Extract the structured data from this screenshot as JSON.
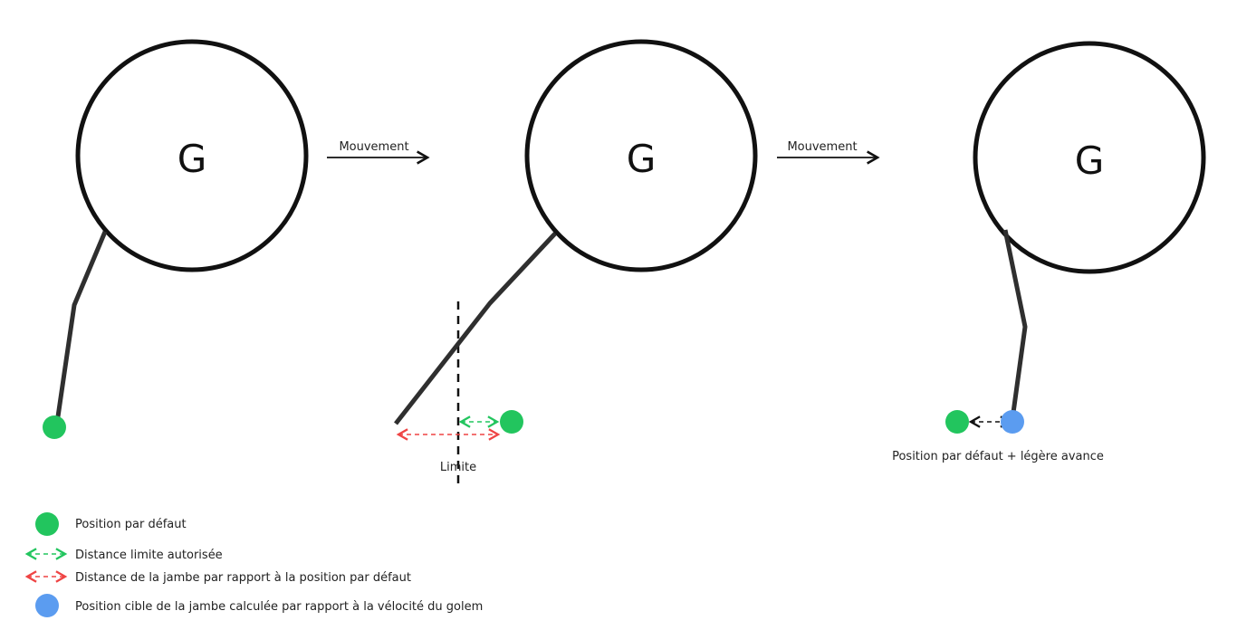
{
  "colors": {
    "default_position": "#22c55e",
    "limit_distance": "#22c55e",
    "leg_distance": "#ef4444",
    "target_position": "#5b9cf0",
    "stroke": "#111111",
    "leg": "#2f2f2f"
  },
  "golems": [
    {
      "letter": "G"
    },
    {
      "letter": "G"
    },
    {
      "letter": "G"
    }
  ],
  "arrows": [
    {
      "label": "Mouvement"
    },
    {
      "label": "Mouvement"
    }
  ],
  "stage2": {
    "limit_label": "Limite"
  },
  "stage3": {
    "caption": "Position par défaut + légère avance"
  },
  "legend": {
    "items": [
      {
        "icon": "green-dot-icon",
        "text": "Position par défaut"
      },
      {
        "icon": "green-dashed-double-arrow-icon",
        "text": "Distance limite autorisée"
      },
      {
        "icon": "red-dashed-double-arrow-icon",
        "text": "Distance de la jambe par rapport à la position par défaut"
      },
      {
        "icon": "blue-dot-icon",
        "text": "Position cible de la jambe calculée par rapport à la vélocité du golem"
      }
    ]
  }
}
